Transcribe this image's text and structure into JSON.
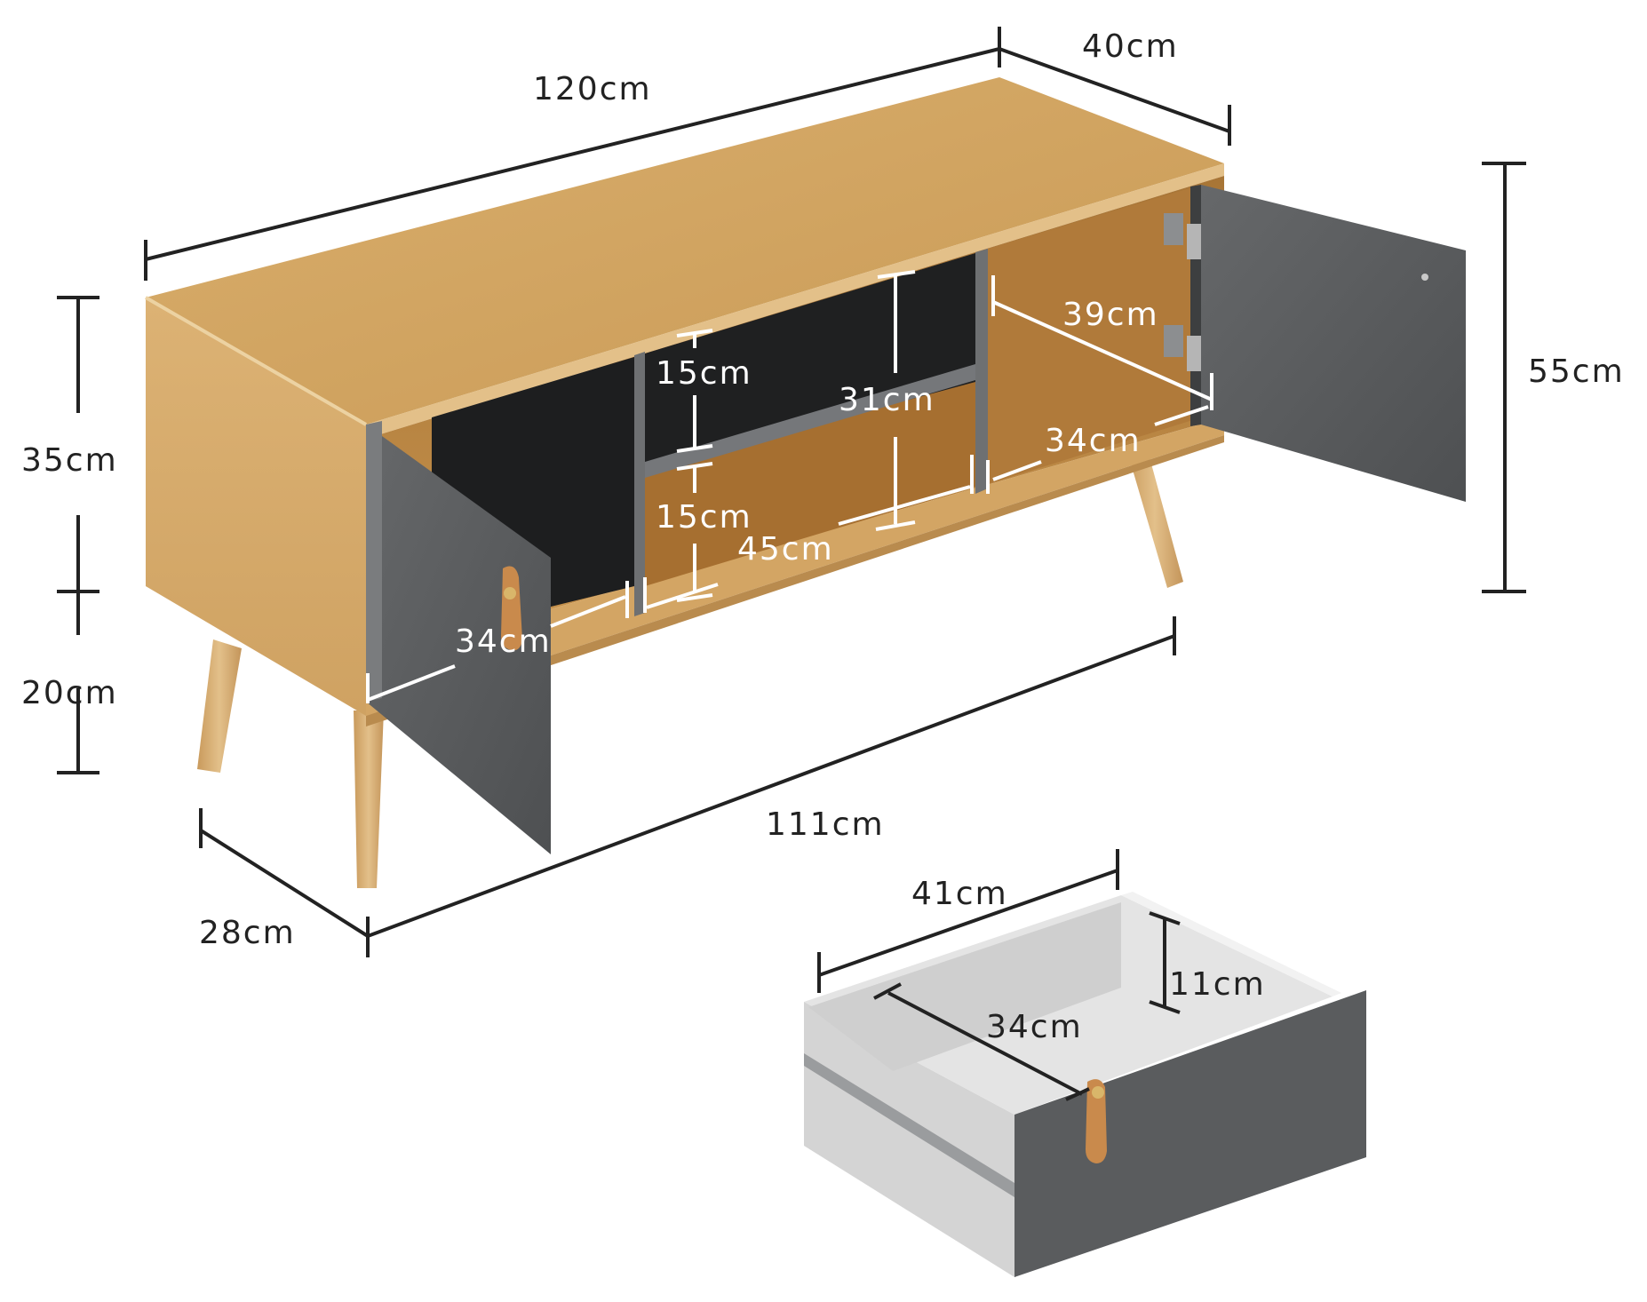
{
  "diagram": {
    "subject": "TV stand with two doors and drawer — dimensions",
    "colors": {
      "wood_top": "#d2a460",
      "wood_side": "#d8ac6a",
      "wood_edge": "#e2bd80",
      "wood_interior": "#b88442",
      "gray_panel": "#5b5d5e",
      "gray_dark": "#2c2d2e",
      "gray_shelf": "#6e7072",
      "leg": "#d9b37a",
      "leather": "#c98a4c",
      "drawer_inner": "#e6e6e6",
      "drawer_side": "#d4d4d4",
      "label_dark": "#222222",
      "label_light": "#ffffff"
    },
    "labels": {
      "overall_width": "120cm",
      "overall_depth": "40cm",
      "overall_height": "55cm",
      "body_height": "35cm",
      "leg_height": "20cm",
      "inner_depth": "28cm",
      "inner_width": "111cm",
      "left_compartment_width": "34cm",
      "middle_compartment_width": "45cm",
      "upper_shelf_height": "15cm",
      "lower_shelf_height": "15cm",
      "middle_compartment_height": "31cm",
      "right_compartment_depth": "39cm",
      "right_compartment_width": "34cm",
      "drawer_width": "41cm",
      "drawer_depth": "34cm",
      "drawer_height": "11cm"
    }
  }
}
